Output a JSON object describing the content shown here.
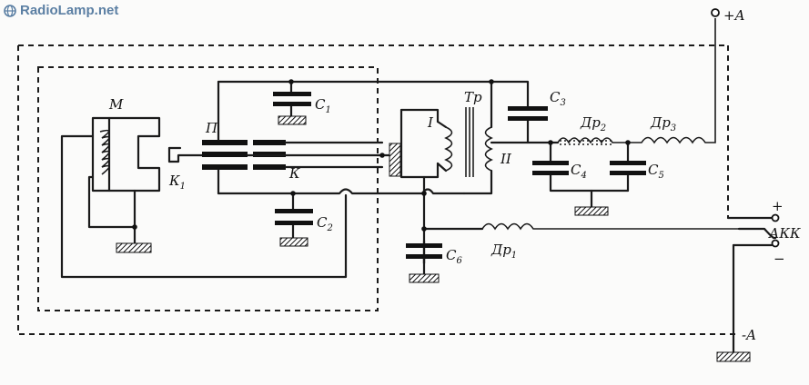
{
  "watermark": {
    "text": "RadioLamp.net",
    "icon": "globe-icon",
    "color": "#5b7fa3"
  },
  "labels": {
    "plus_a": "+A",
    "minus_a": "-A",
    "m": "М",
    "k1_main": "К",
    "k1_sub": "1",
    "p": "П",
    "k": "К",
    "c1_main": "С",
    "c1_sub": "1",
    "c2_main": "С",
    "c2_sub": "2",
    "c3_main": "С",
    "c3_sub": "3",
    "c4_main": "С",
    "c4_sub": "4",
    "c5_main": "С",
    "c5_sub": "5",
    "c6_main": "С",
    "c6_sub": "6",
    "tr": "Тр",
    "winding_1": "I",
    "winding_2": "II",
    "dr1_main": "Др",
    "dr1_sub": "1",
    "dr2_main": "Др",
    "dr2_sub": "2",
    "dr3_main": "Др",
    "dr3_sub": "3",
    "akk": "АКК",
    "akk_plus": "+",
    "akk_minus": "−"
  }
}
